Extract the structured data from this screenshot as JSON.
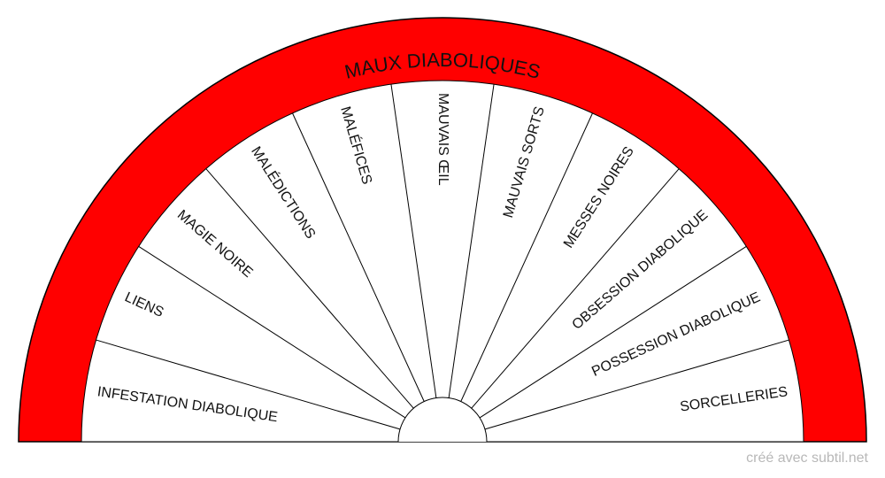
{
  "title": "MAUX DIABOLIQUES",
  "sectors": [
    "INFESTATION DIABOLIQUE",
    "LIENS",
    "MAGIE NOIRE",
    "MALÉDICTIONS",
    "MALÉFICES",
    "MAUVAIS ŒIL",
    "MAUVAIS SORTS",
    "MESSES NOIRES",
    "OBSESSION DIABOLIQUE",
    "POSSESSION DIABOLIQUE",
    "SORCELLERIES"
  ],
  "credit": "créé avec subtil.net",
  "colors": {
    "band": "#ff0000",
    "outline": "#000000",
    "sector_fill": "#ffffff",
    "credit": "#b8b8b8"
  }
}
